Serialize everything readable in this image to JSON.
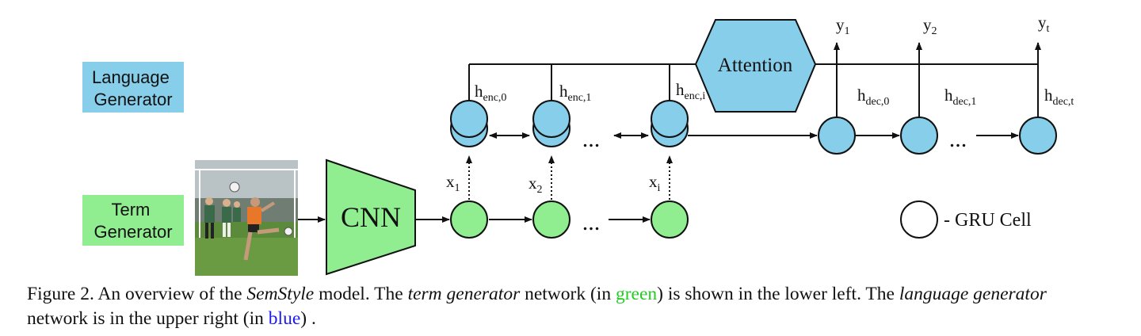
{
  "diagram": {
    "language_generator_label": [
      "Language",
      "Generator"
    ],
    "term_generator_label": [
      "Term",
      "Generator"
    ],
    "cnn_label": "CNN",
    "attention_label": "Attention",
    "legend_label": "- GRU Cell",
    "ellipsis": "...",
    "encoder_hidden": [
      {
        "base": "h",
        "sub": "enc,0"
      },
      {
        "base": "h",
        "sub": "enc,1"
      },
      {
        "base": "h",
        "sub": "enc,i"
      }
    ],
    "decoder_hidden": [
      {
        "base": "h",
        "sub": "dec,0"
      },
      {
        "base": "h",
        "sub": "dec,1"
      },
      {
        "base": "h",
        "sub": "dec,t"
      }
    ],
    "outputs": [
      {
        "base": "y",
        "sub": "1"
      },
      {
        "base": "y",
        "sub": "2"
      },
      {
        "base": "y",
        "sub": "t"
      }
    ],
    "inputs": [
      {
        "base": "x",
        "sub": "1"
      },
      {
        "base": "x",
        "sub": "2"
      },
      {
        "base": "x",
        "sub": "i"
      }
    ],
    "colors": {
      "blue_fill": "#87ceeb",
      "green_fill": "#90ee90",
      "stroke": "#111111"
    }
  },
  "caption": {
    "line1": {
      "t1": "Figure 2. An overview of the ",
      "semstyle": "SemStyle",
      "t2": " model. The ",
      "term_generator": "term generator",
      "t3": " network (in ",
      "green": "green",
      "t4": ") is shown in the lower left. The ",
      "language_generator": "language generator"
    },
    "line2": {
      "t1": "network is in the upper right (in ",
      "blue": "blue",
      "t2": ") ."
    }
  }
}
